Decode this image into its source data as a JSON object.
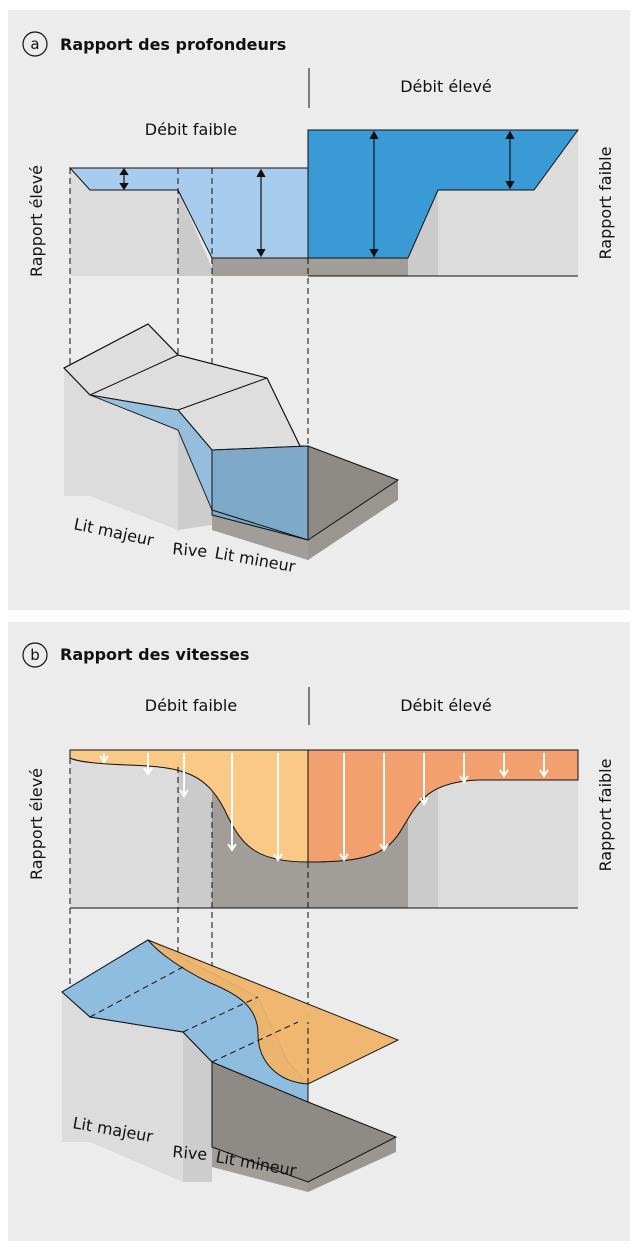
{
  "panel_a": {
    "badge": "a",
    "title": "Rapport des profondeurs",
    "low_flow": "Débit faible",
    "high_flow": "Débit élevé",
    "ratio_left": "Rapport élevé",
    "ratio_right": "Rapport faible",
    "zones": [
      "Lit majeur",
      "Rive",
      "Lit mineur"
    ]
  },
  "panel_b": {
    "badge": "b",
    "title": "Rapport des vitesses",
    "low_flow": "Débit faible",
    "high_flow": "Débit élevé",
    "ratio_left": "Rapport élevé",
    "ratio_right": "Rapport faible",
    "zones": [
      "Lit majeur",
      "Rive",
      "Lit mineur"
    ]
  },
  "colors": {
    "panel_bg": "#ececec",
    "ground_light": "#dcdcdc",
    "ground_mid": "#c8c8c8",
    "ground_dark": "#a19d99",
    "water_light": "#a8ccee",
    "water_dark": "#3a9ad6",
    "velocity_low": "#f9c985",
    "velocity_high": "#f1a06e",
    "water_3d": "#8fbde0",
    "velocity_3d": "#f0b56a"
  }
}
